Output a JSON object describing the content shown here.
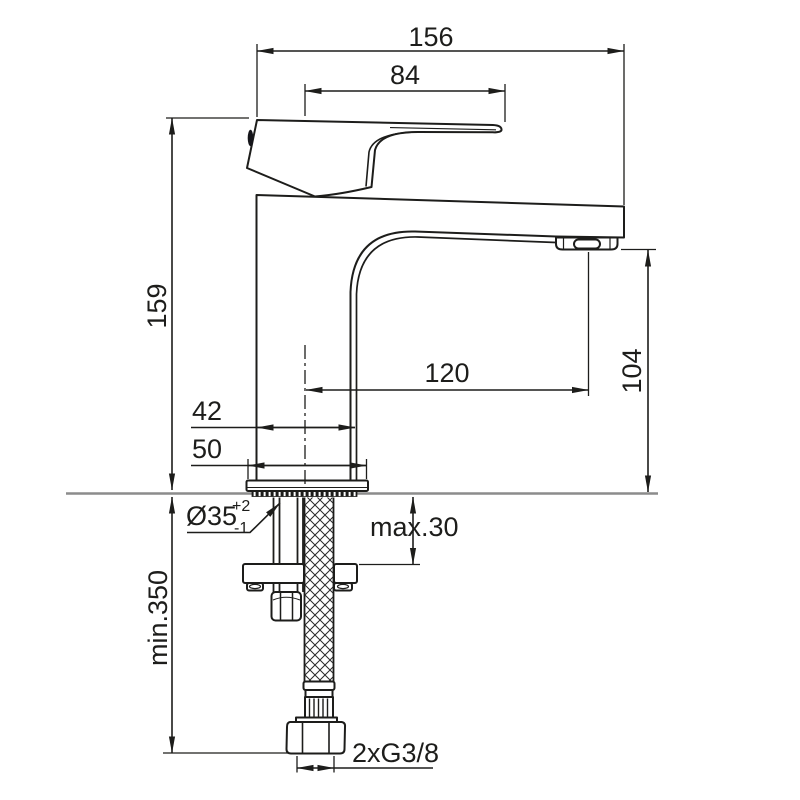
{
  "drawing": {
    "type": "technical dimension drawing",
    "subject": "Single-lever basin mixer tap, side elevation with installation dimensions",
    "units": "mm",
    "style": {
      "line_color": "#1d1d1b",
      "deck_line_color": "#8c8c8c",
      "background": "#ffffff"
    },
    "dimensions": {
      "total_projection": "156",
      "lever_length": "84",
      "overall_height": "159",
      "spout_reach": "120",
      "outlet_height": "104",
      "body_width": "42",
      "base_width": "50",
      "hole_diameter": "Ø35",
      "hole_tolerance_plus": "+2",
      "hole_tolerance_minus": "-1",
      "max_deck_thickness": "max.30",
      "min_clearance_below": "min.350",
      "supply_connection": "2xG3/8"
    }
  }
}
